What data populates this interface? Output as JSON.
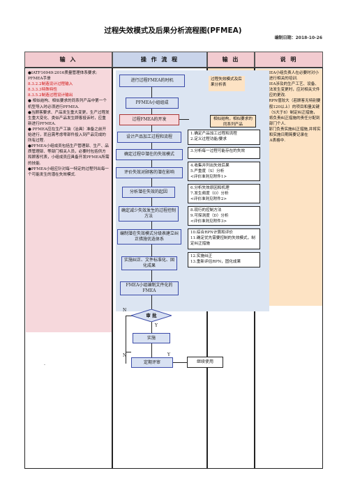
{
  "header": {
    "title": "过程失效模式及后果分析流程图(PFMEA)",
    "date": "编制日期：2018-10-26"
  },
  "columns": {
    "input": "输  入",
    "operation": "操 作 流 程",
    "output": "输 出",
    "explain": "说  明"
  },
  "input_text": [
    {
      "text": "●IATF16949:2016质量管理体系要求;",
      "red": false
    },
    {
      "text": "PFMEA手册",
      "red": false
    },
    {
      "text": "8.3.2.2制造设计过程输入",
      "red": true
    },
    {
      "text": "8.3.3.3特殊特性",
      "red": true
    },
    {
      "text": "8.3.5.2制造过程设计输出",
      "red": true
    },
    {
      "text": "● 相似结构、相似要求的同系列产品中第一个机型导入时必须进行PFMEA.",
      "red": false
    },
    {
      "text": "●当顾客要求、产品发生重大变更，生产过程发生重大变化、类似产品发生顾客投诉时，应重新进行PFMEA.",
      "red": false
    },
    {
      "text": "● PFMEA应在生产工装（治具）准备之前开始进行，而且需考虑零部件投入到产品完成的所有过程.",
      "red": false
    },
    {
      "text": "●PFMEA小组成员包括生产管理部、生产、品质管理部、等部门相关人员，必要时包括供方和顾客代表，小组成员应具备开发PFMEA所需的技能.",
      "red": false
    },
    {
      "text": "●PFMEA小组应针对每一特定的过程列出每一个可能发生的潜在失效模式.",
      "red": false
    }
  ],
  "input_mark": "-",
  "flow": {
    "start": "进行过程FMEA的时机",
    "team": "PFMEA小组组成",
    "develop": "过程FMEA的开发",
    "step1": "设计产品加工过程和流程",
    "step2": "确定过程中潜在的失效模式",
    "step3": "评价失效对顾客的潜在影响",
    "step4": "分析潜在失效的起因",
    "step5": "确定减少失效发生的过程控制方法",
    "step6": "编制潜在失效模式分级表建立纠正措施优选体系",
    "step7": "实施纠正、文件标准化、固化成果",
    "step8": "FMEA小组编制文件化的FMEA",
    "review": "审  批",
    "implement": "实施",
    "periodic": "定期评审",
    "continue": "继续使用",
    "n1": "N",
    "y1": "Y",
    "n2": "N",
    "y2": "Y"
  },
  "notes": {
    "top_output": "过程失效模式及后果分析表",
    "similar": "相似结构，相似要求的同系列产品",
    "n1": "1.确定产品加工过程和流程\n2.定义过程功能/要求",
    "n2": "3.分析每一过程可能存在的失效",
    "n3": "4.收集并列出失效后果\n5.严重度（S）分析\n<评价准则见附件1>",
    "n4": "6.分析失效原因和机理\n7.发生频度（O）分析\n<评价准则见附件2>",
    "n5": "8.现行的控制方法\n9.可探测度（D）分析\n<评价准则见附件3>",
    "n6": "10.综合RPN计算和评价\n11.确定优先需要控制的失效模式，制定纠正措施",
    "n7": "12.实施纠正\n13.重新评估RPN，固化成果"
  },
  "explain_text": [
    "●PFMEA小组负责人在必要时对小组成员进行相关的培训.",
    "●PFMEA涉及的生产工艺、设备、控制方法发生变更时，应对相关文件进行相应的更改.",
    "●针对RPN值较大（若顾客无特别要求，一般120以上）的项目和量关键的项目（S大于8）制定纠正措施，同时，将负责纠正措施的责任分配到相应的部门个人.",
    "●责任部门负责实施纠正措施,并将实际措施和实施日期简要记录在PFMEA表格中."
  ],
  "colors": {
    "input_header": "#f2cbd0",
    "op_header": "#c9d4ea",
    "out_header": "#f2cbd0",
    "explain_header": "#f2cbd0",
    "input_bg": "#f6d8dc",
    "op_bg": "#dce5f2",
    "output_bg": "#fde3c4",
    "explain_bg": "#fde3c4",
    "node_fill": "#d8e1f2",
    "node_border": "#3a4aa8",
    "red_text": "#d01010"
  }
}
